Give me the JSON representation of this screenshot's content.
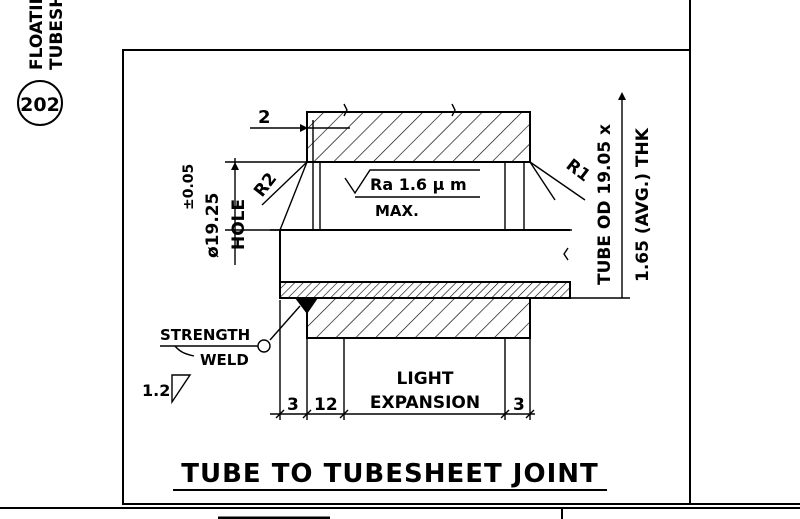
{
  "side_note": {
    "bubble_number": "202",
    "text_line1": "FLOATING",
    "text_line2": "TUBESHE"
  },
  "detail": {
    "title": "TUBE TO TUBESHEET JOINT",
    "groove_dim": "2",
    "radius_left": "R2",
    "radius_right": "R1",
    "roughness_label": "Ra 1.6 μ m",
    "roughness_max": "MAX.",
    "hole_tolerance": "±0.05",
    "hole_diameter": "ø19.25",
    "hole_label": "HOLE",
    "tube_spec_line1": "TUBE OD 19.05 x",
    "tube_spec_line2": "1.65 (AVG.) THK",
    "weld_label_line1": "STRENGTH",
    "weld_label_line2": "WELD",
    "weld_size": "1.2",
    "bottom_dims": [
      "3",
      "12",
      "3"
    ],
    "expansion_line1": "LIGHT",
    "expansion_line2": "EXPANSION"
  }
}
